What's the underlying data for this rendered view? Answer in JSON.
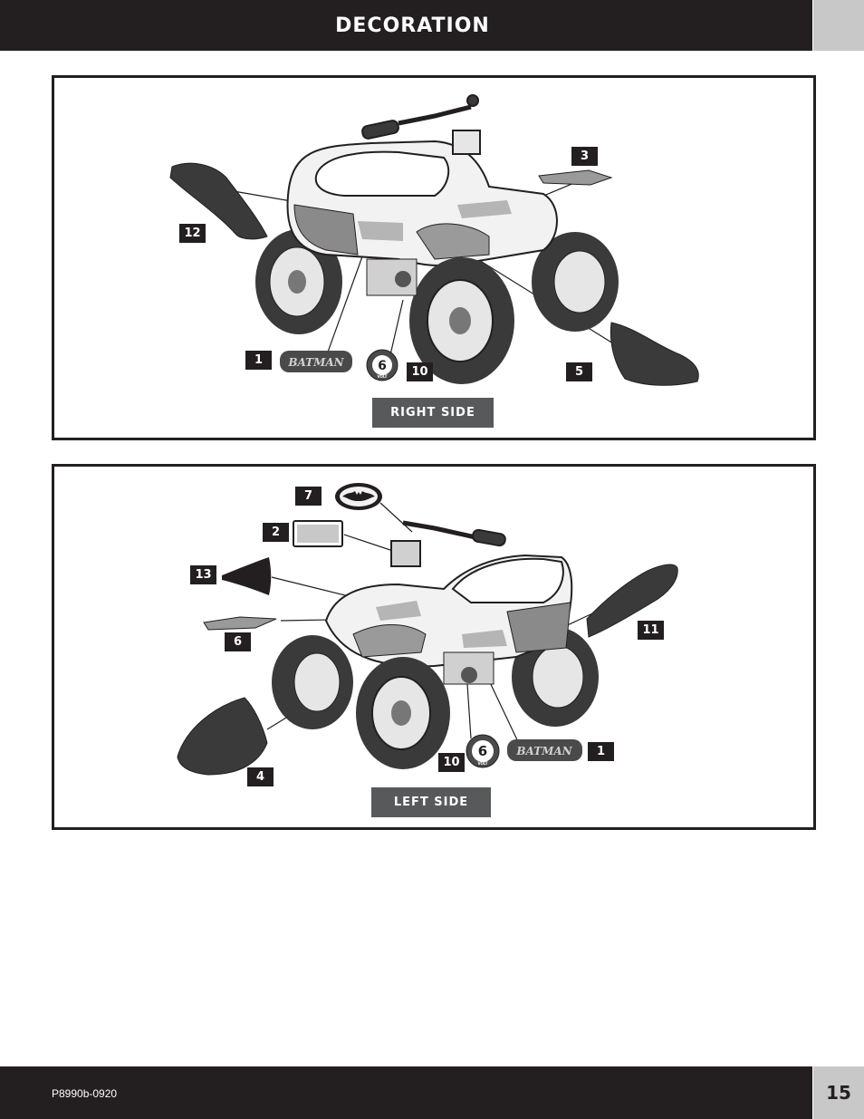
{
  "header": {
    "title": "DECORATION"
  },
  "right_panel": {
    "label": "RIGHT SIDE",
    "callouts": [
      "3",
      "12",
      "1",
      "10",
      "5"
    ]
  },
  "left_panel": {
    "label": "LEFT SIDE",
    "callouts": [
      "7",
      "2",
      "13",
      "6",
      "11",
      "1",
      "10",
      "4"
    ]
  },
  "decals": {
    "batman_wordmark": "BATMAN",
    "volt_number": "6",
    "volt_unit": "VOLT"
  },
  "footer": {
    "code": "P8990b-0920",
    "page_number": "15"
  },
  "colors": {
    "dark": "#231f20",
    "label_gray": "#58595b",
    "tab_gray": "#c8c8c8"
  }
}
